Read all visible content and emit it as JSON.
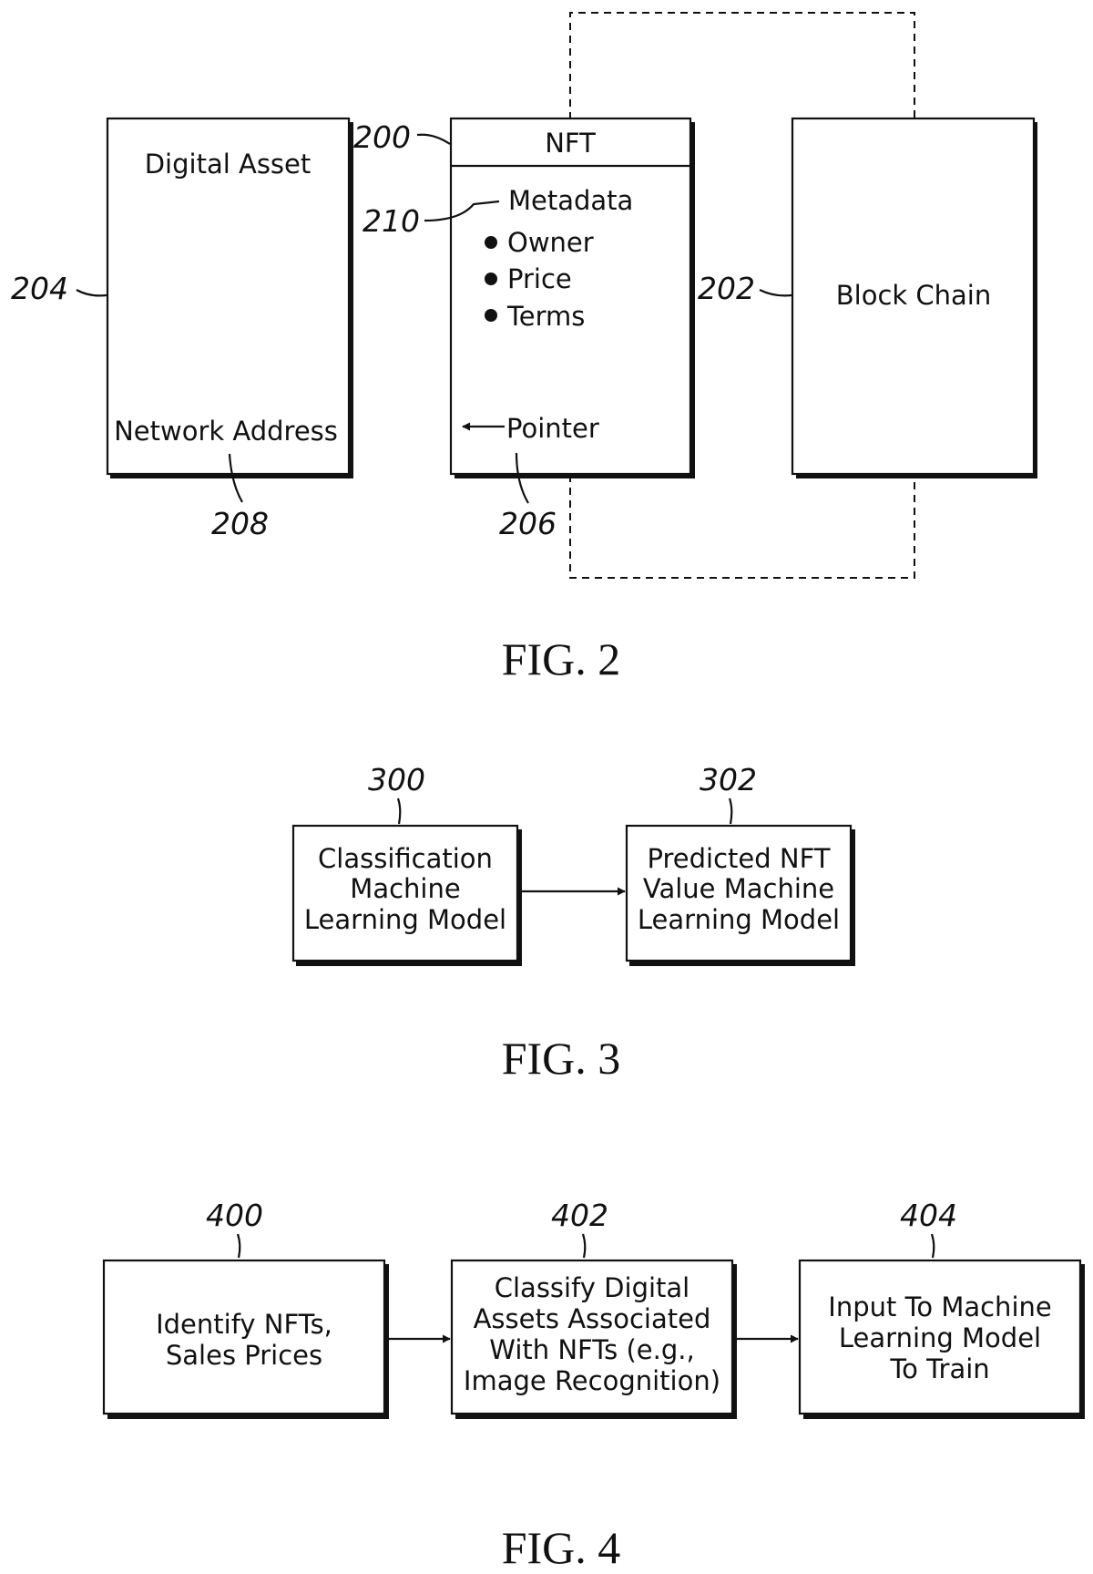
{
  "fig2": {
    "caption": "FIG. 2",
    "digital_asset": {
      "ref": "204",
      "title": "Digital Asset",
      "network_address": "Network Address",
      "network_address_ref": "208"
    },
    "nft": {
      "ref": "200",
      "title": "NFT",
      "metadata_ref": "210",
      "metadata": "Metadata",
      "bullets": [
        "Owner",
        "Price",
        "Terms"
      ],
      "pointer": "Pointer",
      "pointer_ref": "206"
    },
    "block_chain": {
      "ref": "202",
      "title": "Block Chain"
    }
  },
  "fig3": {
    "caption": "FIG. 3",
    "boxes": [
      {
        "ref": "300",
        "lines": [
          "Classification",
          "Machine",
          "Learning Model"
        ]
      },
      {
        "ref": "302",
        "lines": [
          "Predicted NFT",
          "Value Machine",
          "Learning Model"
        ]
      }
    ]
  },
  "fig4": {
    "caption": "FIG. 4",
    "boxes": [
      {
        "ref": "400",
        "lines": [
          "Identify NFTs,",
          "Sales Prices"
        ]
      },
      {
        "ref": "402",
        "lines": [
          "Classify Digital",
          "Assets Associated",
          "With NFTs (e.g.,",
          "Image Recognition)"
        ]
      },
      {
        "ref": "404",
        "lines": [
          "Input To Machine",
          "Learning Model",
          "To Train"
        ]
      }
    ]
  }
}
